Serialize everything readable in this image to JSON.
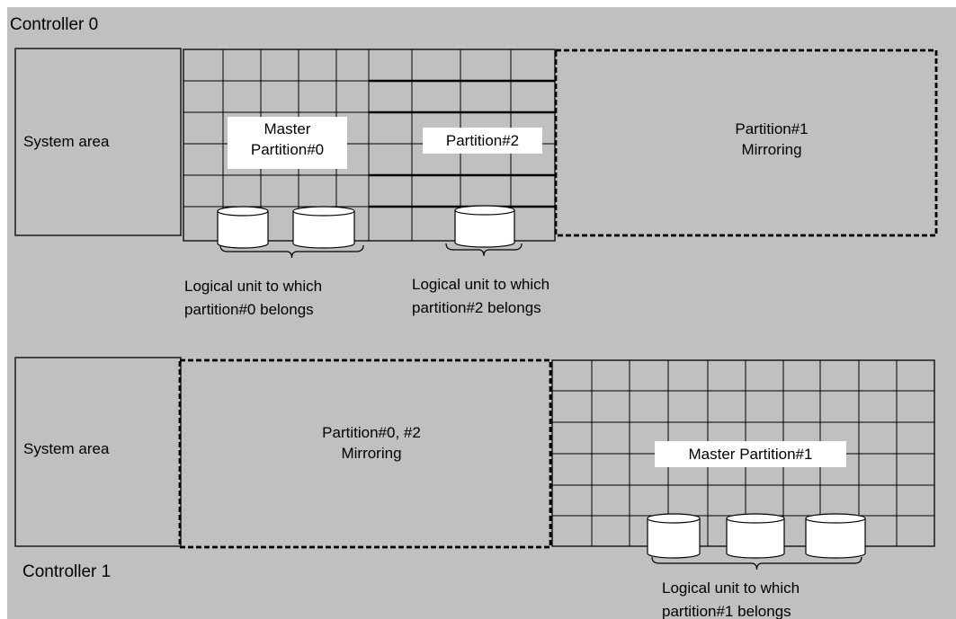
{
  "controller0": {
    "title": "Controller 0",
    "system_area": "System area",
    "master_partition0": [
      "Master",
      "Partition#0"
    ],
    "partition2": "Partition#2",
    "partition1_mirroring": [
      "Partition#1",
      "Mirroring"
    ],
    "lu_partition0": [
      "Logical unit to which",
      "partition#0 belongs"
    ],
    "lu_partition2": [
      "Logical unit to which",
      "partition#2 belongs"
    ]
  },
  "controller1": {
    "title": "Controller 1",
    "system_area": "System area",
    "partition02_mirroring": [
      "Partition#0, #2",
      "Mirroring"
    ],
    "master_partition1": "Master Partition#1",
    "lu_partition1": [
      "Logical unit to which",
      "partition#1 belongs"
    ]
  },
  "colors": {
    "background": "#c0c0c0",
    "line": "#000000",
    "label_box": "#ffffff"
  }
}
